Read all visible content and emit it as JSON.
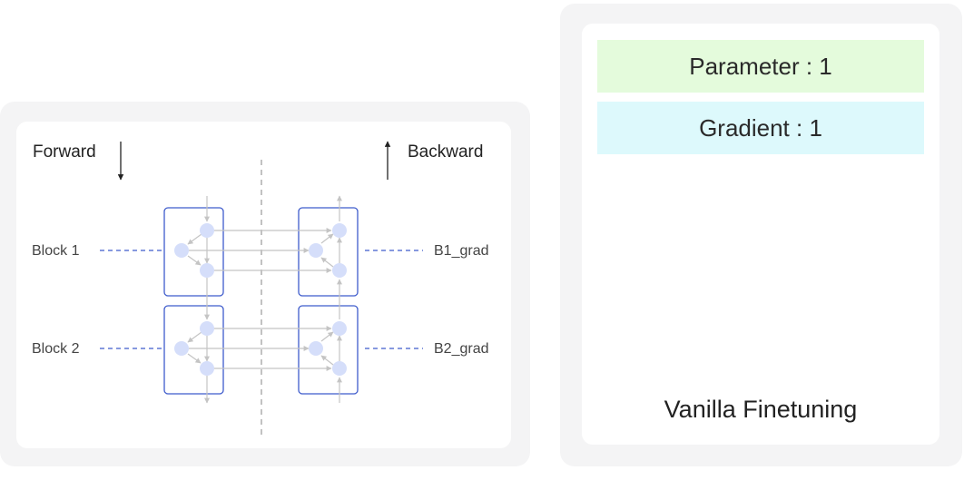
{
  "diagram": {
    "forward_label": "Forward",
    "backward_label": "Backward",
    "blocks": [
      {
        "label": "Block 1",
        "grad_label": "B1_grad"
      },
      {
        "label": "Block 2",
        "grad_label": "B2_grad"
      }
    ]
  },
  "memory": {
    "parameter_label": "Parameter : 1",
    "gradient_label": "Gradient : 1"
  },
  "caption": "Vanilla Finetuning",
  "colors": {
    "block_border": "#3f5ccc",
    "node_fill": "#d5defa",
    "arrow": "#c4c4c4",
    "dash": "#3f5ccc",
    "parameter_bg": "#e4fbdc",
    "gradient_bg": "#ddf9fc"
  }
}
